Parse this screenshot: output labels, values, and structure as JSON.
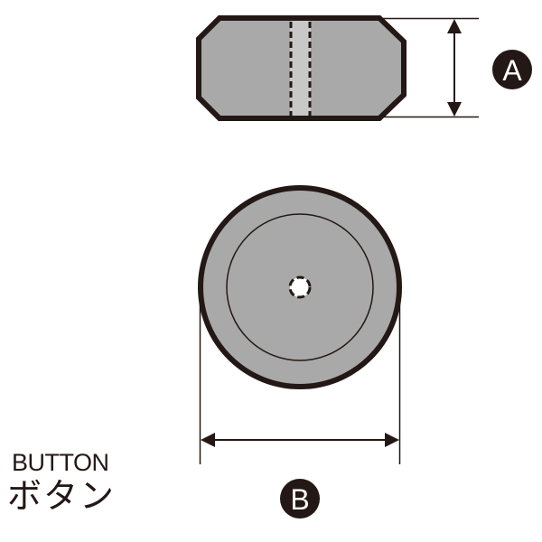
{
  "title": {
    "english": "BUTTON",
    "japanese": "ボタン"
  },
  "dimensions": {
    "a": {
      "label": "A",
      "meaning": "height"
    },
    "b": {
      "label": "B",
      "meaning": "diameter"
    }
  },
  "colors": {
    "outline": "#231815",
    "fill": "#a9a9a9",
    "stripe": "#c8c8c8",
    "background": "#ffffff",
    "badge": "#231815",
    "badge_text": "#ffffff"
  },
  "views": {
    "side": "side-view",
    "top": "top-view"
  }
}
